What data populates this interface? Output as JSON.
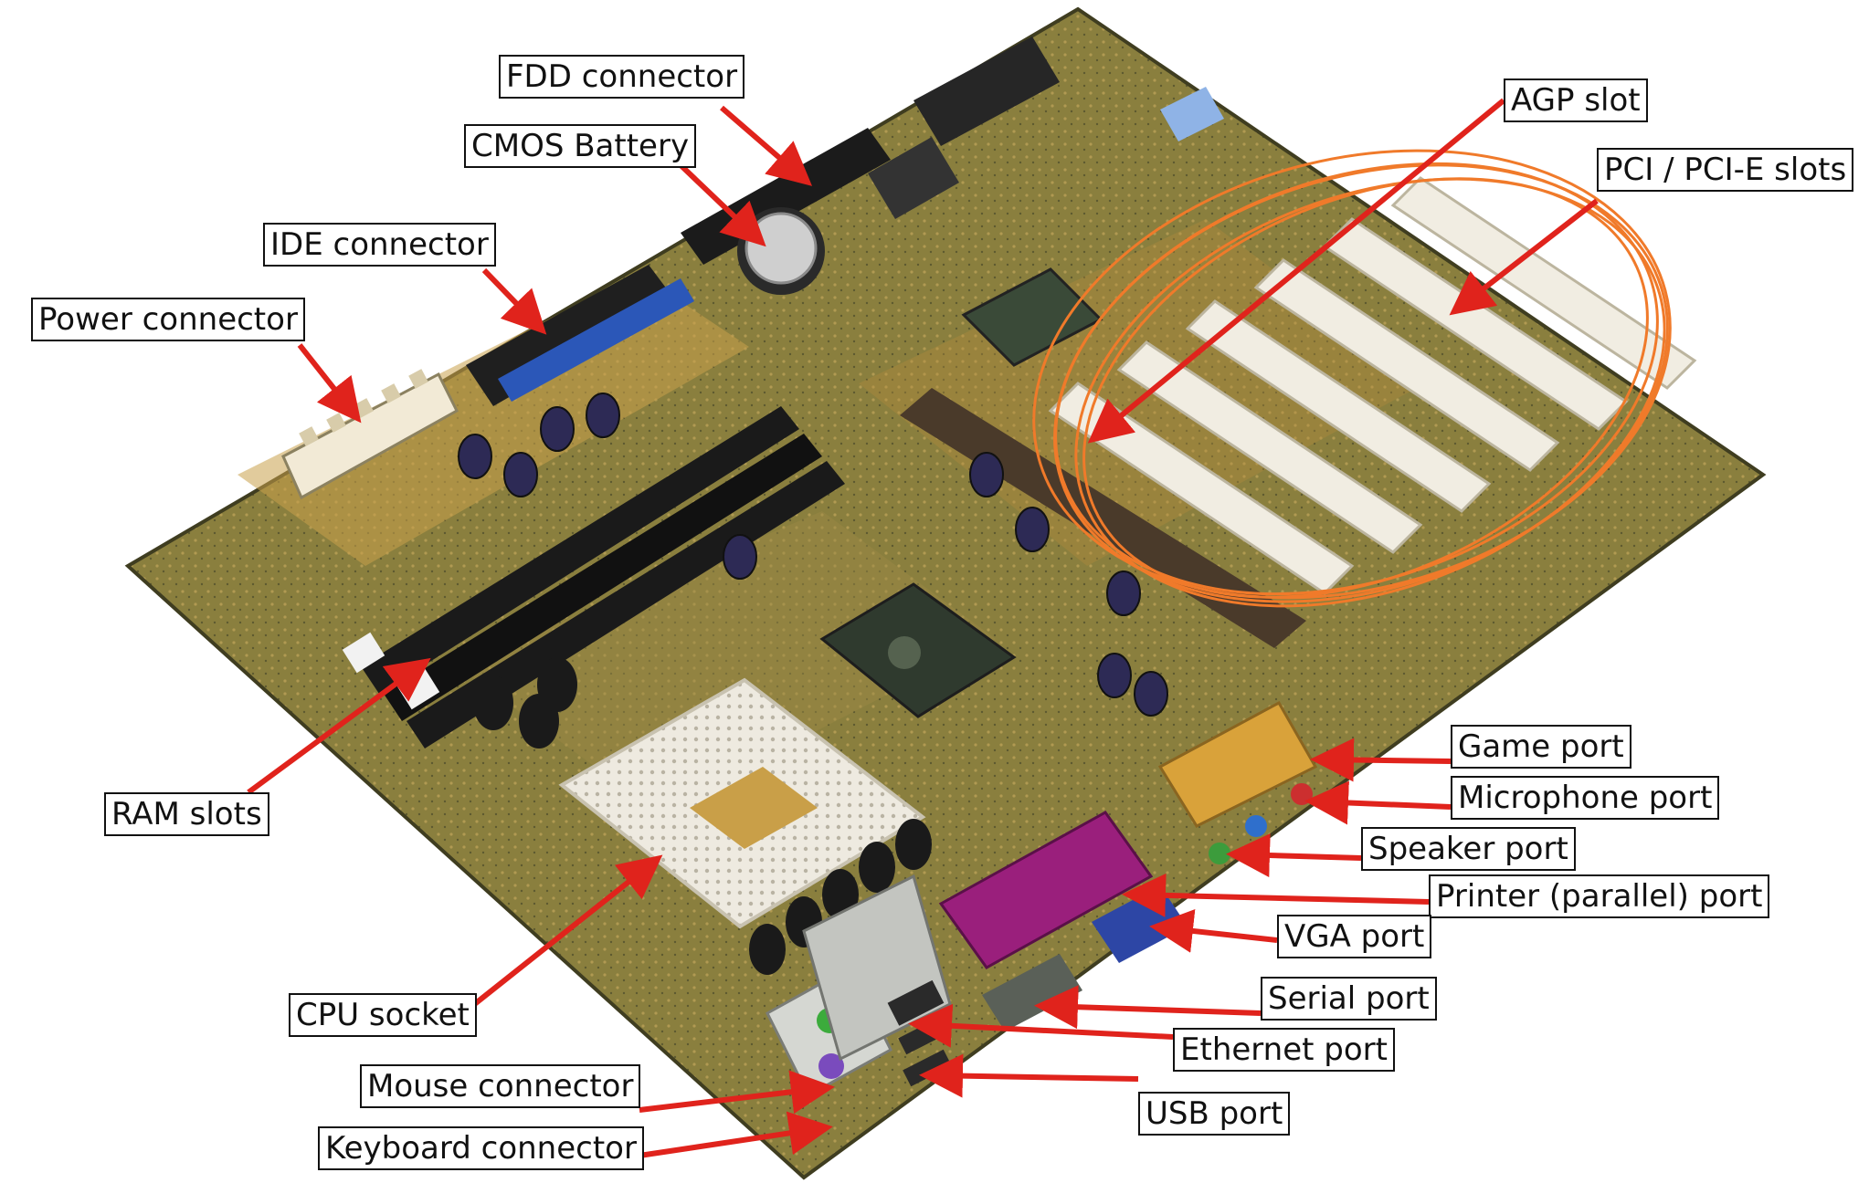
{
  "diagram": {
    "labels": {
      "fdd": "FDD connector",
      "cmos": "CMOS Battery",
      "ide": "IDE connector",
      "power": "Power connector",
      "agp": "AGP slot",
      "pci": "PCI / PCI-E slots",
      "ram": "RAM slots",
      "game": "Game port",
      "mic": "Microphone port",
      "speaker": "Speaker port",
      "printer": "Printer (parallel) port",
      "vga": "VGA port",
      "serial": "Serial port",
      "ethernet": "Ethernet port",
      "usb": "USB port",
      "cpu": "CPU socket",
      "mouse": "Mouse connector",
      "keyboard": "Keyboard connector"
    },
    "colors": {
      "arrow": "#e0231c",
      "highlight": "#f07a2a",
      "board": "#6f6a3a",
      "label_border": "#111111"
    }
  }
}
